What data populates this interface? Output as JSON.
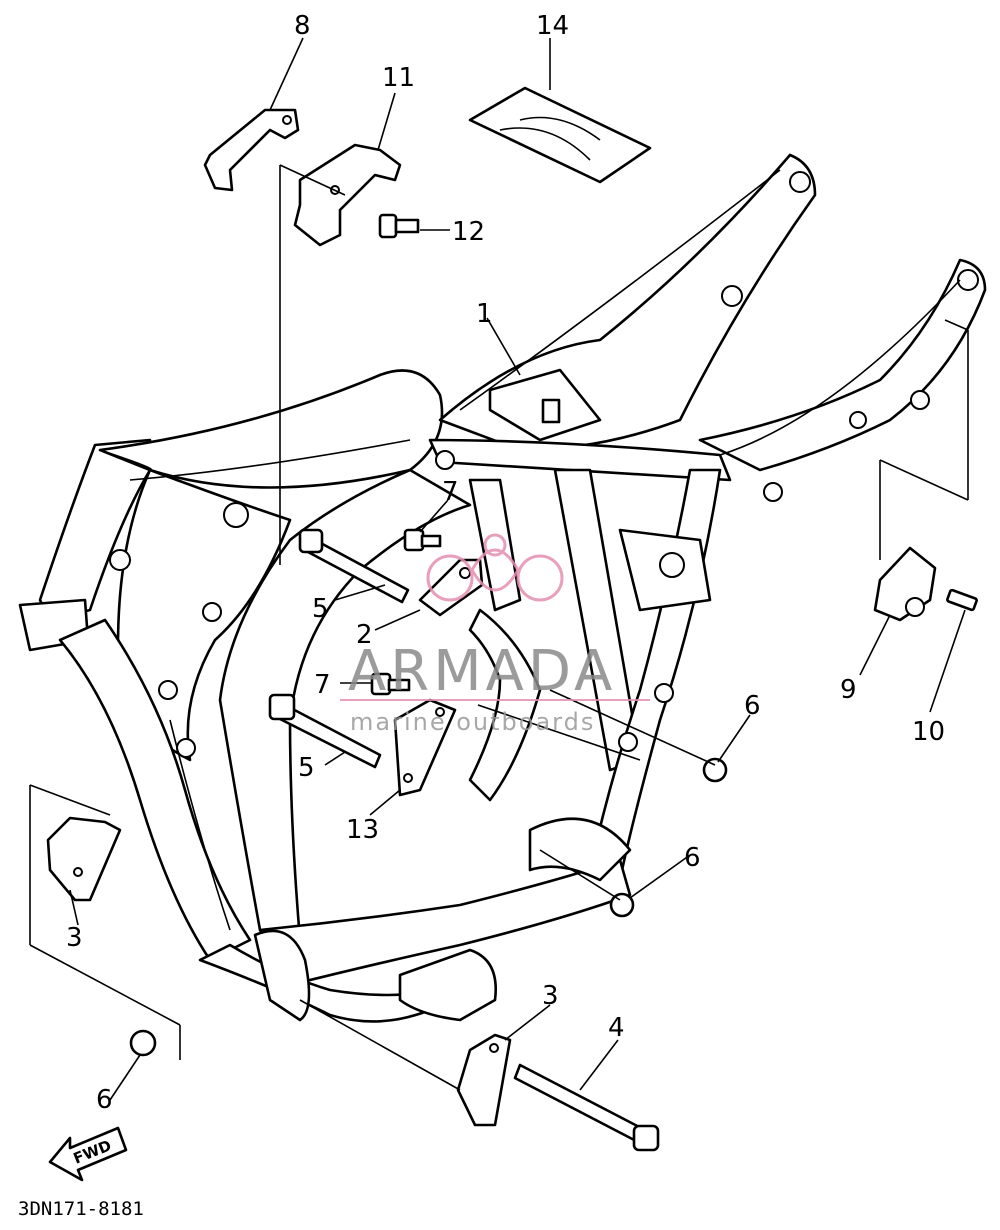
{
  "diagram": {
    "part_code": "3DN171-8181",
    "fwd_label": "FWD",
    "callouts": [
      "1",
      "2",
      "3",
      "3",
      "4",
      "5",
      "5",
      "6",
      "6",
      "6",
      "7",
      "7",
      "8",
      "9",
      "10",
      "11",
      "12",
      "13",
      "14"
    ]
  },
  "watermark": {
    "brand": "ARMADA",
    "tagline": "marine outboards",
    "color": "#e58fb0"
  }
}
